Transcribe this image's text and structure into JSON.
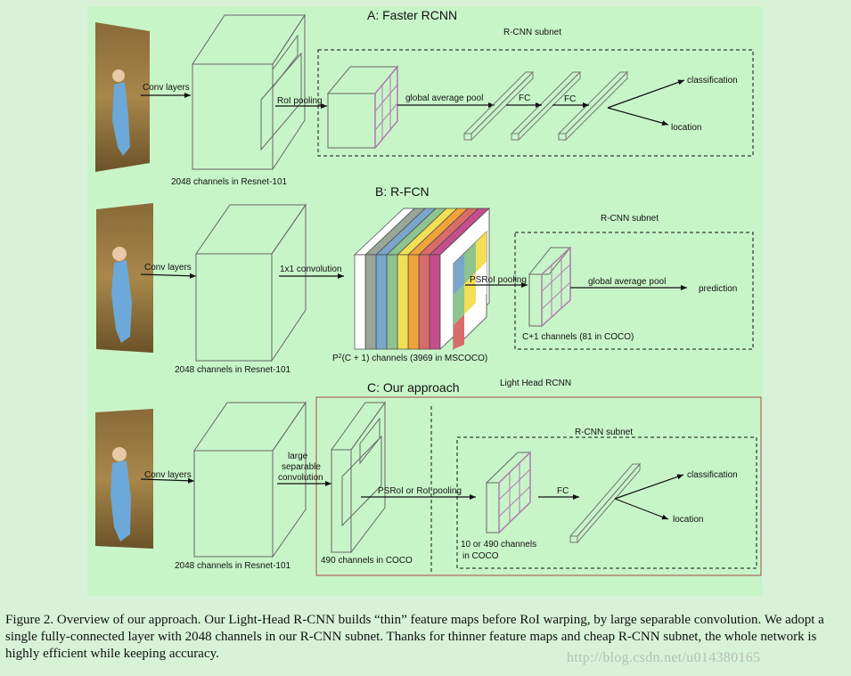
{
  "panels": {
    "a": {
      "title": "A: Faster RCNN",
      "subnet_label": "R-CNN subnet",
      "conv_label": "Conv layers",
      "channels_label": "2048 channels in Resnet-101",
      "roi_label": "RoI pooling",
      "gap_label": "global average pool",
      "fc1_label": "FC",
      "fc2_label": "FC",
      "classification_label": "classification",
      "location_label": "location"
    },
    "b": {
      "title": "B: R-FCN",
      "subnet_label": "R-CNN subnet",
      "conv_label": "Conv layers",
      "channels_label": "2048 channels in Resnet-101",
      "conv1x1_label": "1x1 convolution",
      "psroi_label": "PSRoI pooling",
      "gap_label": "global average pool",
      "prediction_label": "prediction",
      "cplus1_label": "C+1 channels (81 in COCO)",
      "p2_prefix": "P",
      "p2_sup": "2",
      "p2_suffix": "(C + 1)  channels (3969 in MSCOCO)",
      "strip_colors": [
        "#9aa69a",
        "#7aa6cc",
        "#8ec48e",
        "#f2df55",
        "#f0a33a",
        "#d96b6b",
        "#c44f8c"
      ]
    },
    "c": {
      "title": "C: Our approach",
      "head_label": "Light Head RCNN",
      "subnet_label": "R-CNN subnet",
      "conv_label": "Conv layers",
      "channels_label": "2048 channels in Resnet-101",
      "large_label_1": "large",
      "large_label_2": "separable",
      "large_label_3": "convolution",
      "coco490_label": "490 channels in COCO",
      "psroi_roi_label": "PSRoI or RoI pooling",
      "fc_label": "FC",
      "ten_label_1": "10  or 490 channels",
      "ten_label_2": "in COCO",
      "classification_label": "classification",
      "location_label": "location"
    }
  },
  "caption": "Figure 2. Overview of our approach.  Our Light-Head R-CNN builds “thin” feature maps before RoI warping, by large separable convolution.  We adopt a single fully-connected layer with 2048 channels in our R-CNN subnet.  Thanks for thinner feature maps and cheap R-CNN subnet, the whole network is highly efficient while keeping accuracy.",
  "watermark": "http://blog.csdn.net/u014380165",
  "colors": {
    "panel_bg": "#c8f5c8",
    "grid": "#b07ab0",
    "light_head_border": "#a84a4a",
    "line": "#555555"
  }
}
